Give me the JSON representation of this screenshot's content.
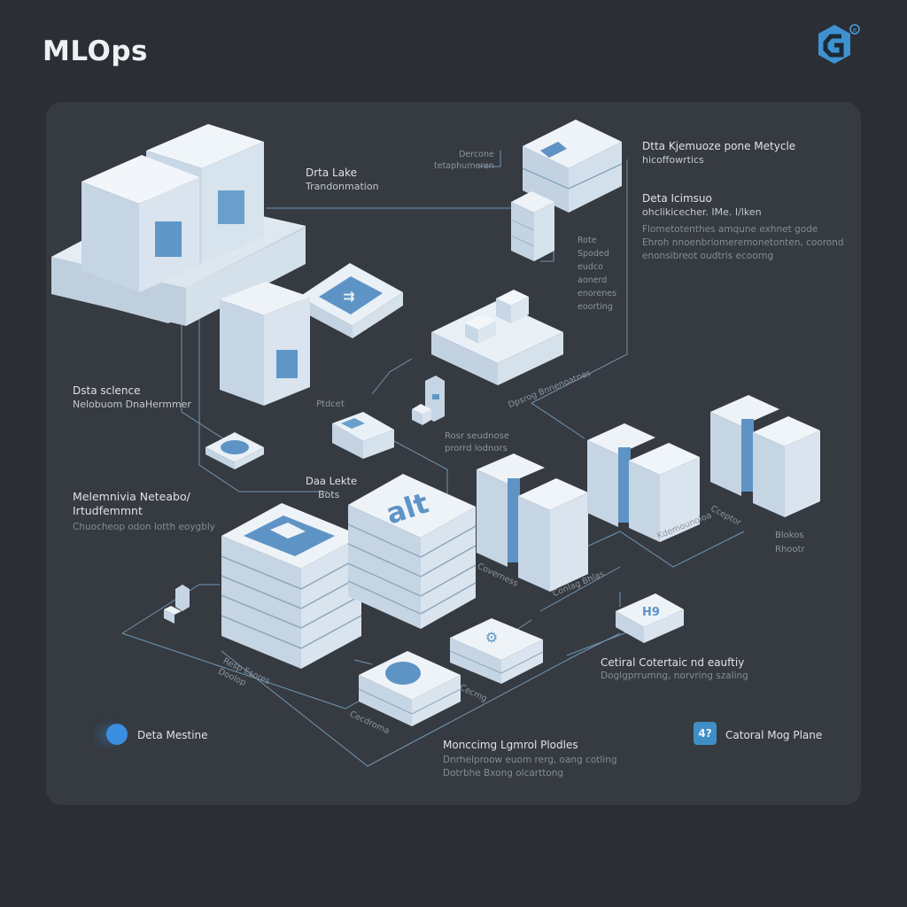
{
  "header": {
    "title": "MLOps",
    "logo_icon": "hexagon-g-logo-icon",
    "logo_badge": "e"
  },
  "colors": {
    "background": "#2b2e34",
    "panel": "#363a41",
    "block_top": "#e6edf4",
    "block_side": "#c4d3e2",
    "accent_blue": "#5b95c8",
    "connector": "#6f97b3",
    "legend_dot": "#3b8fe0"
  },
  "labels": {
    "data_lake": {
      "title": "Drta Lake",
      "subtitle": "Trandonmation"
    },
    "top_center": {
      "line1": "Dercone",
      "line2": "tetaphumeren"
    },
    "lifecycle": {
      "title": "Dtta Kjemuoze pone  Metycle",
      "subtitle": "hicoffowrtics"
    },
    "data_science_right": {
      "title": "Deta Icimsuo",
      "subtitle": "ohclikicecher. IMe. I/lken",
      "desc": [
        "Flometotenthes amqune exhnet gode",
        "Ehroh nnoenbriomeremonetonten, coorond",
        "enonsibreot oudtris ecoorng"
      ]
    },
    "vertical_notes": [
      "Rote",
      "Spoded",
      "eudco",
      "aonerd",
      "enorenes",
      "eoorting"
    ],
    "data_science_left": {
      "title": "Dsta sclence",
      "subtitle": "Nelobuom  DnaHermmer"
    },
    "notebook": {
      "title": "Melemnivia Neteabo/",
      "subtitle": "Irtudfemmnt",
      "desc": "Chuocheop odon lotth eoygbly"
    },
    "pickett": "Ptdcet",
    "diagonal_mid": "Dpsrog Bnnenoatnes",
    "resource": {
      "line1": "Rosr seudnose",
      "line2": "prorrd lodnors"
    },
    "data_lake_bots": {
      "title": "Daa Lekte",
      "subtitle": "Bots"
    },
    "diagonal_cluster": [
      "Cceptor",
      "Kdemounoloa",
      "Coverness",
      "Conlag Bhlas"
    ],
    "blokos": {
      "line1": "Blokos",
      "line2": "Rhootr"
    },
    "bottom_left_diag": {
      "line1": "Resp Esores",
      "line2": "Doolop"
    },
    "bottom_mid_diag": [
      "Cecdroma",
      "Cecmg"
    ],
    "central": {
      "title": "Cetiral Cotertaic nd eauftiy",
      "desc": "Doglgprrumng, norvring  szaling"
    },
    "monitoring": {
      "title": "Monccimg Lgmrol Plodles",
      "desc": [
        "Dnrhelproow euom rerg, oang  cotling",
        "Dotrbhe  Bxong  olcarttong"
      ]
    }
  },
  "legend": [
    {
      "icon": "blue-dot-icon",
      "label": "Deta Mestine"
    },
    {
      "icon": "model-plane-icon",
      "label": "Catoral Mog Plane",
      "glyph": "4?"
    }
  ]
}
